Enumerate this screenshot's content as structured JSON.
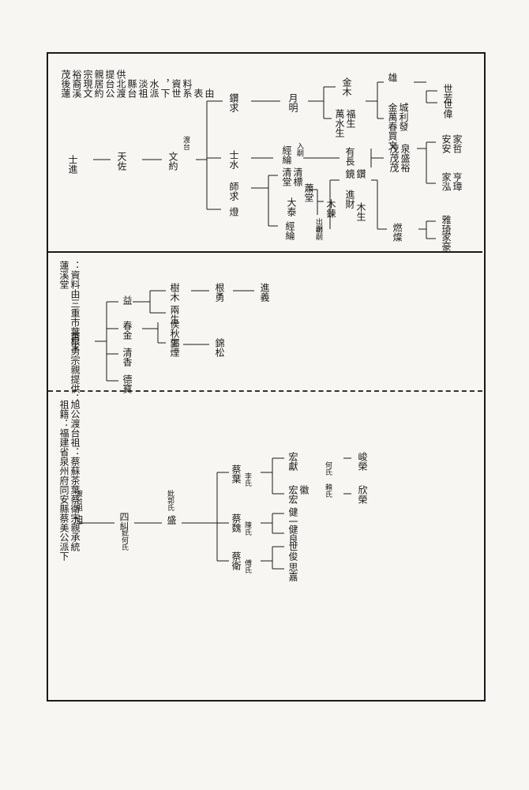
{
  "section1": {
    "source_lines": [
      "茂後蓮",
      "裕裔溪",
      "宗現文",
      "親居約",
      "提台公",
      "供北渡",
      "　縣台",
      "　淡祖",
      "　水派",
      "　，下",
      "　資世",
      "　料系",
      "　　表",
      "　　由"
    ],
    "root": "士進",
    "gen2": "天佐",
    "gen3": "文約",
    "gen3_note": "渡台",
    "branch_a": "鑽求",
    "branch_a_child": "月明",
    "branch_a_gc1": "金木",
    "branch_a_gc2": "萬水生",
    "branch_a_gc2b": "福生",
    "branch_a_ggc1": "金萬春買文",
    "branch_a_ggc2": "城利發",
    "branch_a_ggc3": "雄",
    "branch_a_g1": "世芳",
    "branch_a_g2": "世偉",
    "branch_b": "士水",
    "branch_b_child1": "經綸",
    "branch_b_child1_note": "入嗣",
    "branch_b_child2": "有長",
    "branch_b_gc1": "茂茂茂",
    "branch_b_gc1b": "泉盛裕",
    "branch_b_g1": "安安",
    "branch_b_g1b": "家哲",
    "branch_b_g2": "家泓",
    "branch_b_g2b": "亨璋",
    "branch_c": "師求",
    "branch_c_child1": "清堂",
    "branch_c_child2": "清標",
    "branch_c_child3": "鏡",
    "branch_c_child3b": "鑽",
    "branch_c_gc1": "蕭堂",
    "branch_c_gc2": "進財",
    "branch_c_gc3": "大泰",
    "branch_c_gc4": "木鍊",
    "branch_c_gc5": "木生",
    "branch_c_note1": "出嗣",
    "branch_d": "燈",
    "branch_d_child": "經綸",
    "branch_d_note": "出嗣",
    "branch_d_gc": "燃燦",
    "branch_d_g1": "雅琦",
    "branch_d_g2": "家豪"
  },
  "section2": {
    "source_lines": [
      "蓮溪堂",
      "：資料由三重市葉根勇宗親提供："
    ],
    "root": "萬生",
    "child1": "益",
    "child2": "春金",
    "child3": "清香",
    "child4": "德寶",
    "gc1": "樹木",
    "gc2": "兩生",
    "gc3": "侯秋生",
    "gc4": "郭煙",
    "ggc1": "根勇",
    "ggc2": "錦松",
    "gggc1": "進義"
  },
  "section3": {
    "source_lines": [
      "祖籍：福建省泉州府同安縣蔡美公派下",
      "旭公渡台祖：蔡蘇茶葉蔡衛宗親承統"
    ],
    "root": "旭",
    "root_note": "渡台祖",
    "gen2": "四糾",
    "gen2_note": "妣何氏",
    "gen3": "盛",
    "gen3_note": "妣郭氏",
    "branch_a": "蔡葉",
    "branch_a_wife": "李氏",
    "branch_b": "蔡魏",
    "branch_b_wife": "陳氏",
    "branch_c": "蔡衛",
    "branch_c_wife": "傅氏",
    "a_c1": "宏獻",
    "a_c2": "宏宏",
    "a_c3": "徽",
    "a_wife2": "何氏",
    "a_wife3": "賴氏",
    "a_gc1": "峻榮",
    "a_gc2": "欣榮",
    "b_c1": "健一",
    "b_c2": "健良",
    "c_c1": "世俊",
    "c_c2": "思嘉"
  }
}
